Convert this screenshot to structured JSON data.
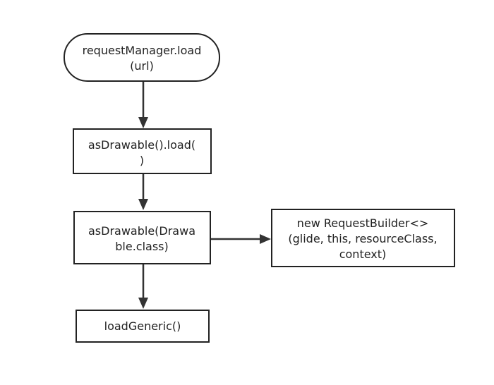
{
  "diagram": {
    "nodes": {
      "request_manager_load": {
        "shape": "terminator",
        "lines": [
          "requestManager.load",
          "(url)"
        ]
      },
      "as_drawable_load": {
        "shape": "process",
        "lines": [
          "asDrawable().load(",
          ")"
        ]
      },
      "as_drawable_class": {
        "shape": "process",
        "lines": [
          "asDrawable(Drawa",
          "ble.class)"
        ]
      },
      "new_request_builder": {
        "shape": "process",
        "lines": [
          "new RequestBuilder<>",
          "(glide, this, resourceClass,",
          "context)"
        ]
      },
      "load_generic": {
        "shape": "process",
        "lines": [
          "loadGeneric()"
        ]
      }
    },
    "edges": [
      {
        "from": "request_manager_load",
        "to": "as_drawable_load"
      },
      {
        "from": "as_drawable_load",
        "to": "as_drawable_class"
      },
      {
        "from": "as_drawable_class",
        "to": "new_request_builder"
      },
      {
        "from": "as_drawable_class",
        "to": "load_generic"
      }
    ],
    "colors": {
      "stroke": "#222222",
      "arrow": "#333333",
      "fill": "#ffffff",
      "text": "#222222"
    }
  }
}
